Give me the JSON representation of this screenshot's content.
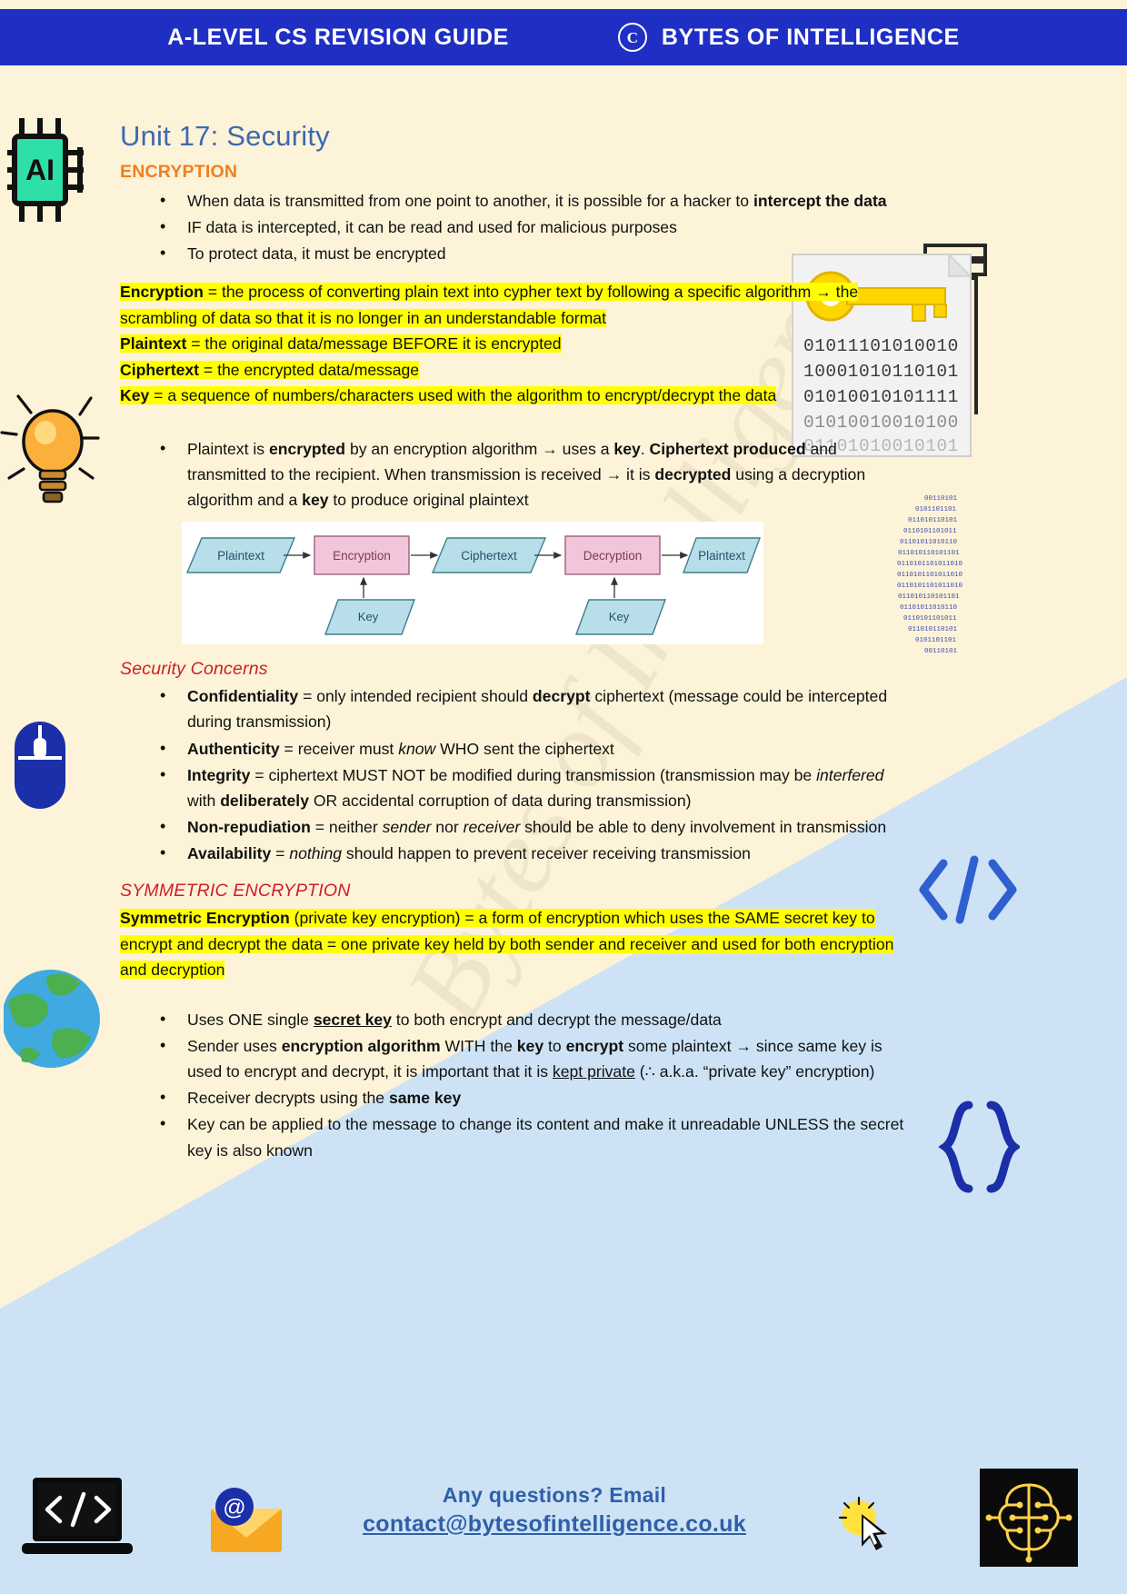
{
  "header": {
    "title": "A-LEVEL CS REVISION GUIDE",
    "copyright_icon": "copyright-icon",
    "brand": "BYTES OF INTELLIGENCE"
  },
  "watermark": "Bytes of Intelligence",
  "unit": {
    "title": "Unit 17: Security"
  },
  "encryption": {
    "heading": "ENCRYPTION",
    "bullets": [
      {
        "parts": [
          {
            "t": "When data is transmitted from one point to another, it is possible for a hacker to ",
            "b": false
          },
          {
            "t": "intercept the data",
            "b": true
          }
        ]
      },
      {
        "parts": [
          {
            "t": "IF data is intercepted, it can be read and used for malicious purposes",
            "b": false
          }
        ]
      },
      {
        "parts": [
          {
            "t": "To protect data, it must be encrypted",
            "b": false
          }
        ]
      }
    ],
    "definitions": [
      {
        "term": "Encryption",
        "body": " = the process of converting plain text into cypher text by following a specific algorithm → the scrambling of data so that it is no longer in an understandable format"
      },
      {
        "term": "Plaintext",
        "body": " = the original data/message BEFORE it is encrypted"
      },
      {
        "term": "Ciphertext",
        "body": " = the encrypted data/message"
      },
      {
        "term": "Key",
        "body": " = a sequence of numbers/characters used with the algorithm to encrypt/decrypt the data"
      }
    ],
    "process_bullet": [
      {
        "t": "Plaintext is ",
        "b": false
      },
      {
        "t": "encrypted",
        "b": true
      },
      {
        "t": " by an encryption algorithm → uses a ",
        "b": false
      },
      {
        "t": "key",
        "b": true
      },
      {
        "t": ". ",
        "b": false
      },
      {
        "t": "Ciphertext produced",
        "b": true
      },
      {
        "t": " and transmitted to the recipient. When transmission is received → it is ",
        "b": false
      },
      {
        "t": "decrypted",
        "b": true
      },
      {
        "t": " using a decryption algorithm and a ",
        "b": false
      },
      {
        "t": "key",
        "b": true
      },
      {
        "t": " to produce original plaintext",
        "b": false
      }
    ]
  },
  "diagram": {
    "nodes": [
      {
        "label": "Plaintext",
        "shape": "parallelogram",
        "fill": "#B8DEEA"
      },
      {
        "label": "Encryption",
        "shape": "rect",
        "fill": "#F2C6DA"
      },
      {
        "label": "Ciphertext",
        "shape": "parallelogram",
        "fill": "#B8DEEA"
      },
      {
        "label": "Decryption",
        "shape": "rect",
        "fill": "#F2C6DA"
      },
      {
        "label": "Plaintext",
        "shape": "parallelogram",
        "fill": "#B8DEEA"
      }
    ],
    "key_nodes": [
      {
        "label": "Key",
        "fill": "#B8DEEA"
      },
      {
        "label": "Key",
        "fill": "#B8DEEA"
      }
    ]
  },
  "security_concerns": {
    "heading": "Security Concerns",
    "bullets": [
      [
        {
          "t": "Confidentiality",
          "b": true
        },
        {
          "t": " = only intended recipient should ",
          "b": false
        },
        {
          "t": "decrypt",
          "b": true
        },
        {
          "t": " ciphertext (message could be intercepted during transmission)",
          "b": false
        }
      ],
      [
        {
          "t": "Authenticity",
          "b": true
        },
        {
          "t": " = receiver must ",
          "b": false
        },
        {
          "t": "know",
          "b": false,
          "i": true
        },
        {
          "t": " WHO sent the ciphertext",
          "b": false
        }
      ],
      [
        {
          "t": "Integrity",
          "b": true
        },
        {
          "t": " = ciphertext MUST NOT be modified during transmission (transmission may be ",
          "b": false
        },
        {
          "t": "interfered",
          "b": false,
          "i": true
        },
        {
          "t": " with ",
          "b": false
        },
        {
          "t": "deliberately",
          "b": true
        },
        {
          "t": " OR accidental corruption of data during transmission)",
          "b": false
        }
      ],
      [
        {
          "t": "Non-repudiation",
          "b": true
        },
        {
          "t": " = neither ",
          "b": false
        },
        {
          "t": "sender",
          "b": false,
          "i": true
        },
        {
          "t": " nor ",
          "b": false
        },
        {
          "t": "receiver",
          "b": false,
          "i": true
        },
        {
          "t": " should be able to deny involvement in transmission",
          "b": false
        }
      ],
      [
        {
          "t": "Availability",
          "b": true
        },
        {
          "t": " = ",
          "b": false
        },
        {
          "t": "nothing",
          "b": false,
          "i": true
        },
        {
          "t": " should happen to prevent receiver receiving transmission",
          "b": false
        }
      ]
    ]
  },
  "symmetric": {
    "heading": "SYMMETRIC ENCRYPTION",
    "definition": [
      {
        "t": "Symmetric Encryption",
        "b": true
      },
      {
        "t": " (private key encryption) = a form of encryption which uses the SAME secret key to encrypt and decrypt the data = one private key held by both sender and receiver and used for both encryption and decryption",
        "b": false
      }
    ],
    "bullets": [
      [
        {
          "t": "Uses ONE single ",
          "b": false
        },
        {
          "t": "secret key",
          "b": true,
          "u": true
        },
        {
          "t": " to both encrypt and decrypt the message/data",
          "b": false
        }
      ],
      [
        {
          "t": "Sender uses ",
          "b": false
        },
        {
          "t": "encryption algorithm",
          "b": true
        },
        {
          "t": " WITH the ",
          "b": false
        },
        {
          "t": "key",
          "b": true
        },
        {
          "t": " to ",
          "b": false
        },
        {
          "t": "encrypt",
          "b": true
        },
        {
          "t": " some plaintext → since same key is used to encrypt and decrypt, it is important that it is ",
          "b": false
        },
        {
          "t": "kept private",
          "b": false,
          "u": true
        },
        {
          "t": " (∴ a.k.a. “private key” encryption)",
          "b": false
        }
      ],
      [
        {
          "t": "Receiver decrypts using the ",
          "b": false,
          "nobullet": true
        },
        {
          "t": "same key",
          "b": true
        }
      ],
      [
        {
          "t": "Key can be applied to the message to change its content and make it unreadable UNLESS the secret key is also known",
          "b": false
        }
      ]
    ]
  },
  "key_card": {
    "binary_rows": [
      "01011101010010",
      "10001010110101",
      "01010010101111",
      "01010010010100",
      "01101010010101"
    ]
  },
  "footer": {
    "question_line": "Any questions? Email",
    "email": "contact@bytesofintelligence.co.uk",
    "laptop_icon": "laptop-code-icon",
    "mail_icon": "email-envelope-icon",
    "cursor_icon": "click-cursor-icon",
    "brain_icon": "ai-brain-circuit-icon"
  },
  "colors": {
    "header_blue": "#1F2FC4",
    "page_cream": "#FDF3D8",
    "wedge_blue": "#CDE3F5",
    "title_blue": "#3C6AB0",
    "orange": "#F07F20",
    "red": "#CC2026",
    "highlight": "#FFFF00",
    "footer_blue": "#2F5FA8"
  }
}
